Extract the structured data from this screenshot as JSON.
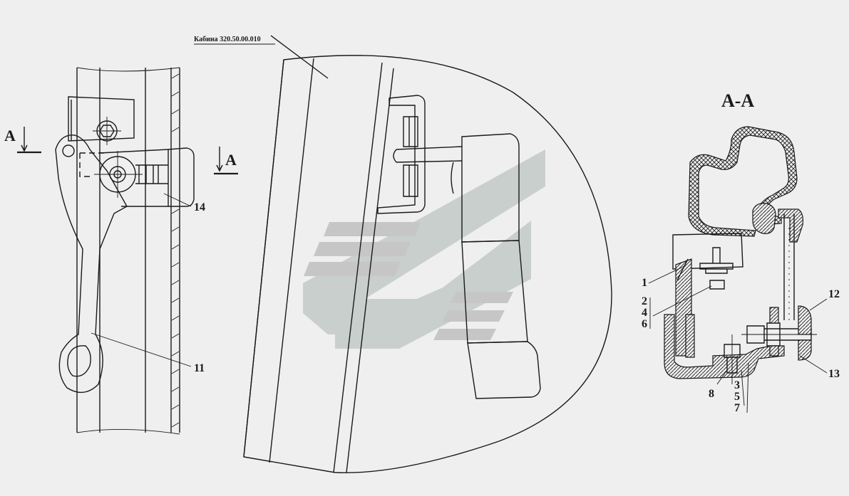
{
  "drawing": {
    "cabin_ref": "Кабина 320.50.00.010",
    "section_title": "А-А",
    "section_mark_left": "А",
    "section_mark_right": "А"
  },
  "callouts": {
    "c1": "1",
    "c2": "2",
    "c4": "4",
    "c6": "6",
    "c3": "3",
    "c5": "5",
    "c7": "7",
    "c8": "8",
    "c11": "11",
    "c12": "12",
    "c13": "13",
    "c14": "14"
  }
}
